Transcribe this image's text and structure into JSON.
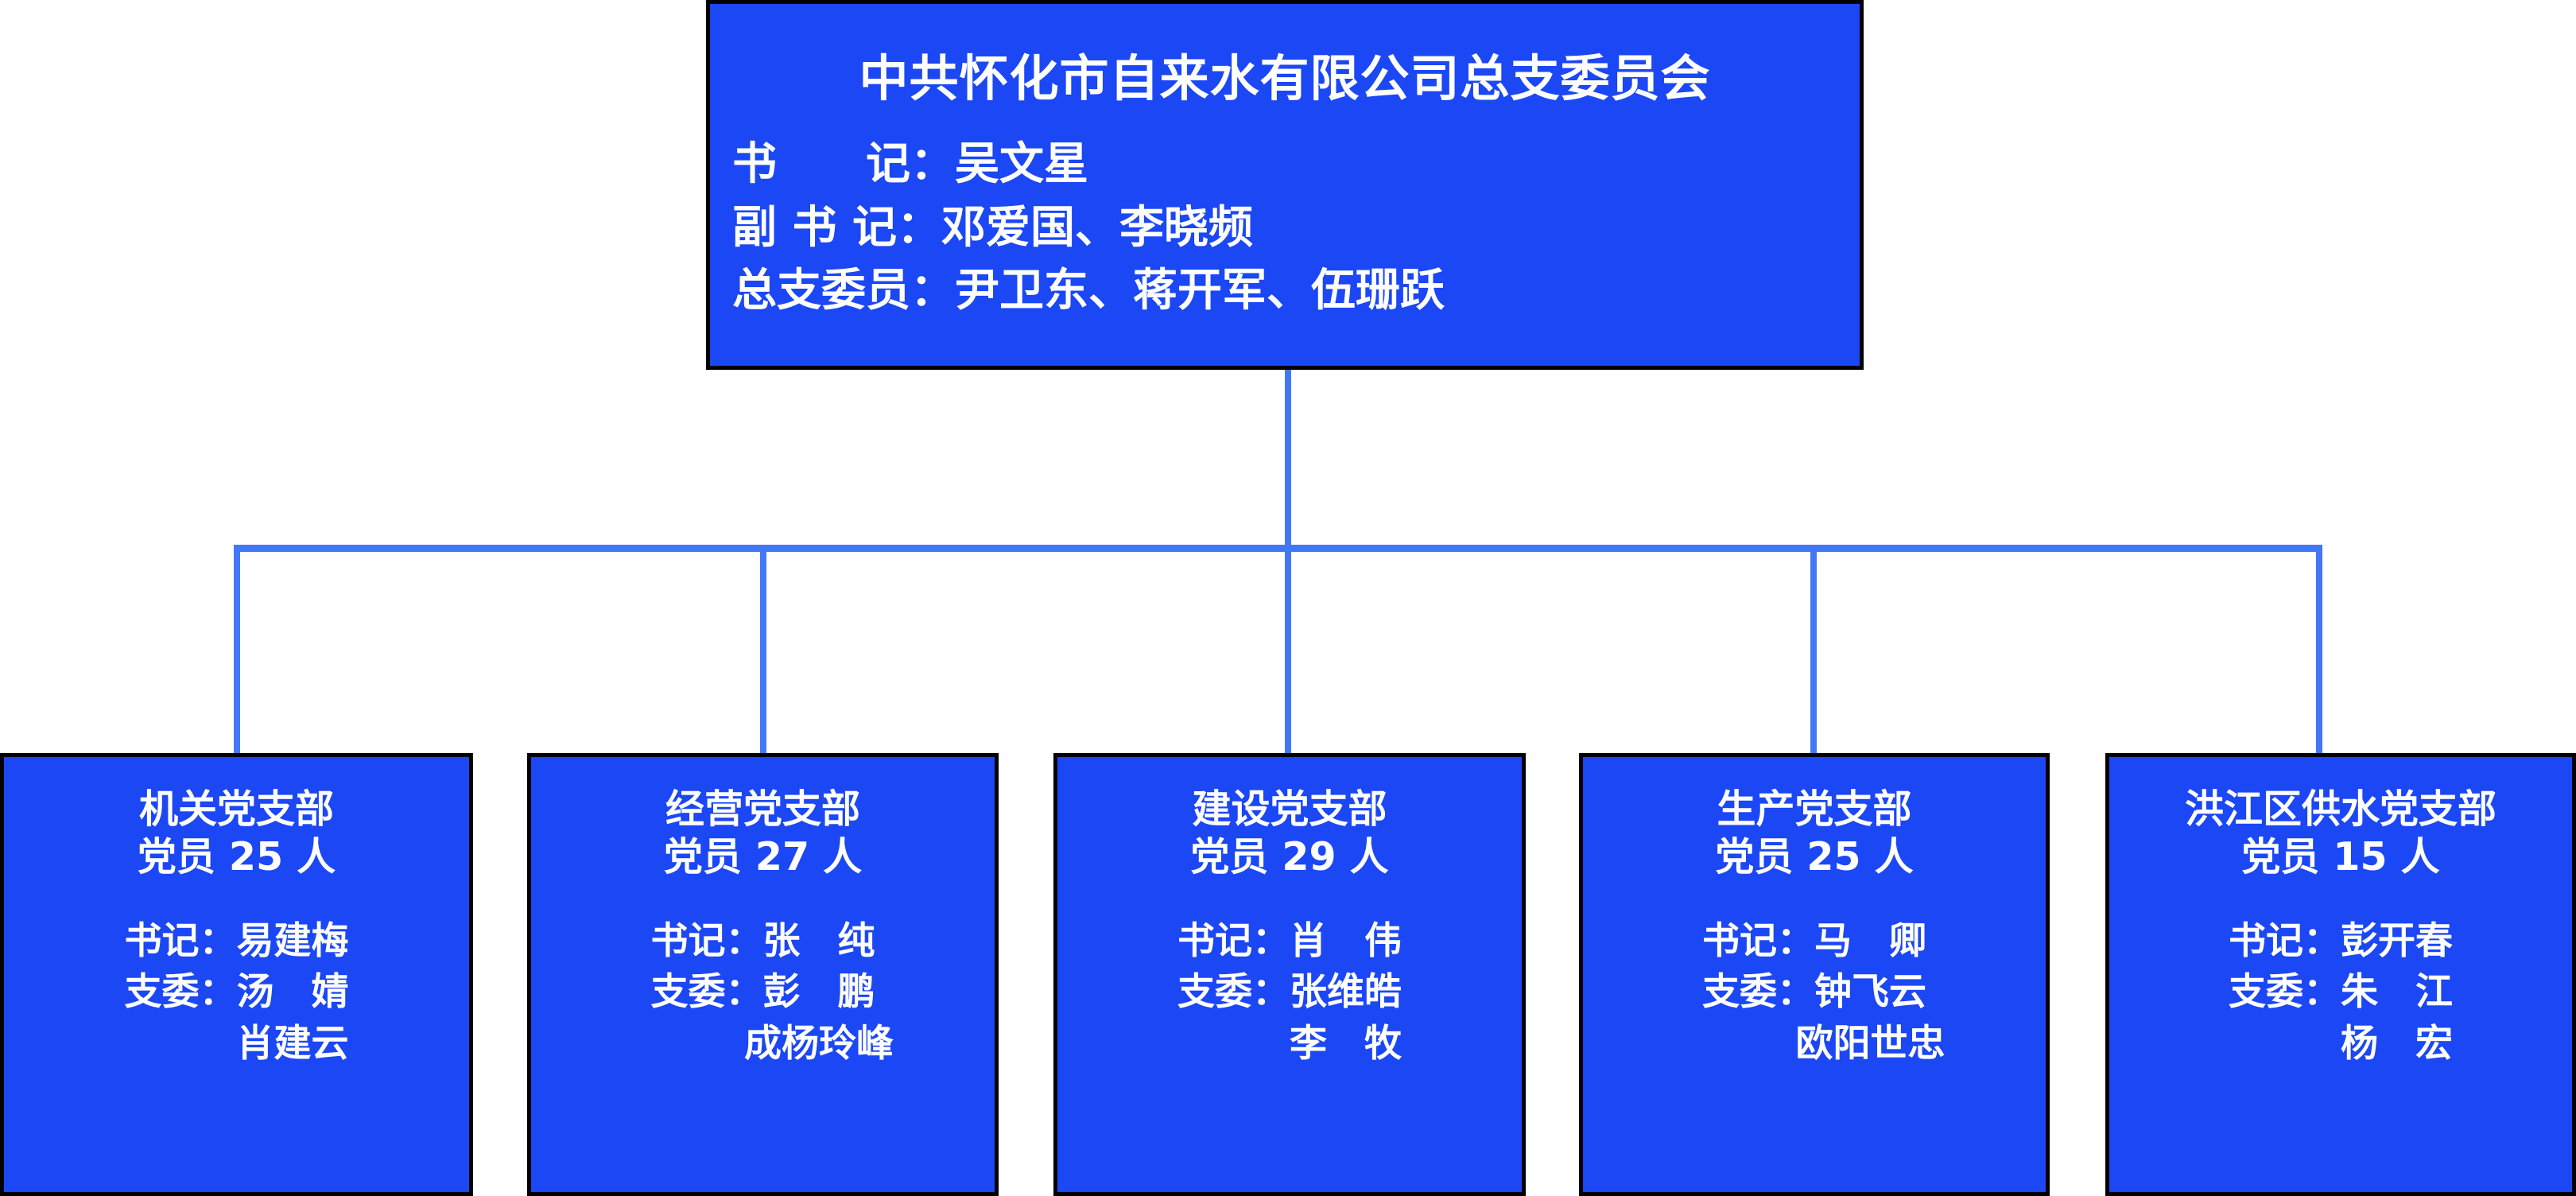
{
  "root": {
    "title": "中共怀化市自来水有限公司总支委员会",
    "lines": [
      "书　　记：吴文星",
      "副 书 记：邓爱国、李晓频",
      "总支委员：尹卫东、蒋开军、伍珊跃"
    ]
  },
  "branches": [
    {
      "name": "机关党支部",
      "member_count_label": "党员 25 人",
      "member_count": 25,
      "lines": [
        "书记：易建梅",
        "支委：汤　婧",
        "　　　肖建云"
      ]
    },
    {
      "name": "经营党支部",
      "member_count_label": "党员 27 人",
      "member_count": 27,
      "lines": [
        "书记：张　纯",
        "支委：彭　鹏",
        "　　　成杨玲峰"
      ]
    },
    {
      "name": "建设党支部",
      "member_count_label": "党员 29 人",
      "member_count": 29,
      "lines": [
        "书记：肖　伟",
        "支委：张维皓",
        "　　　李　牧"
      ]
    },
    {
      "name": "生产党支部",
      "member_count_label": "党员 25 人",
      "member_count": 25,
      "lines": [
        "书记：马　卿",
        "支委：钟飞云",
        "　　　欧阳世忠"
      ]
    },
    {
      "name": "洪江区供水党支部",
      "member_count_label": "党员 15 人",
      "member_count": 15,
      "lines": [
        "书记：彭开春",
        "支委：朱　江",
        "　　　杨　宏"
      ]
    }
  ],
  "colors": {
    "box_fill": "#1b47f5",
    "box_border": "#000000",
    "connector": "#4277fa",
    "text": "#ffffff",
    "background": "#ffffff"
  }
}
